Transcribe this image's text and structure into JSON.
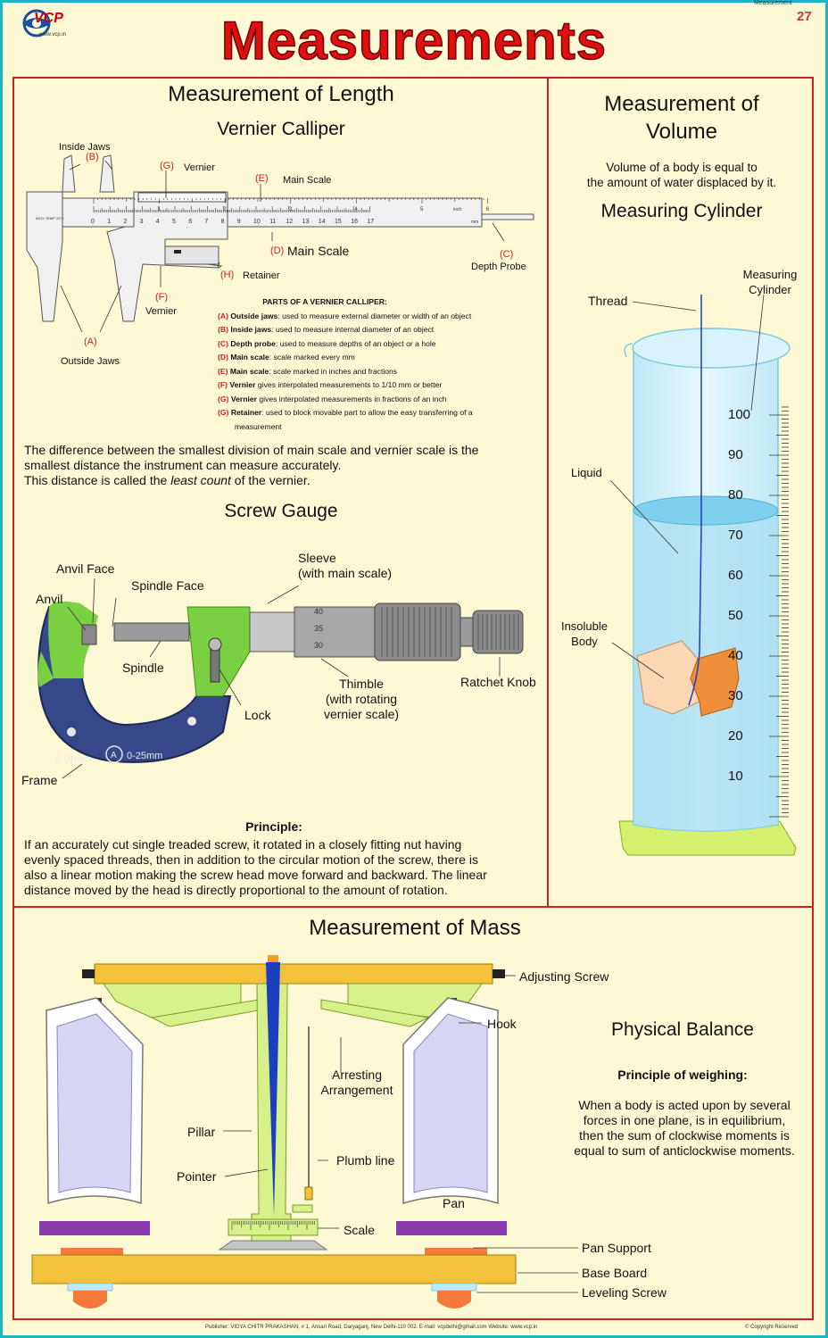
{
  "header": {
    "logo_text": "VCP",
    "logo_url": "www.vcp.in",
    "subject": "Measurement",
    "page_number": "27",
    "title": "Measurements"
  },
  "length": {
    "heading": "Measurement of Length",
    "vernier_heading": "Vernier Calliper",
    "labels": {
      "inside_jaws": "Inside Jaws",
      "b": "(B)",
      "g": "(G)",
      "vernier_top": "Vernier",
      "e": "(E)",
      "main_scale_top": "Main Scale",
      "d": "(D)",
      "main_scale_mid": "Main Scale",
      "c": "(C)",
      "depth_probe": "Depth Probe",
      "h": "(H)",
      "retainer": "Retainer",
      "f": "(F)",
      "vernier_low": "Vernier",
      "a": "(A)",
      "outside_jaws": "Outside Jaws",
      "inch_temp": "INOX TEMP 20°C",
      "inch": "inch",
      "scale_nums": [
        "0",
        "1",
        "2",
        "3",
        "4",
        "5",
        "6",
        "7",
        "8",
        "9",
        "10",
        "11",
        "12",
        "13",
        "14",
        "15",
        "16",
        "17"
      ],
      "inch_nums": [
        "1",
        "2",
        "3",
        "4",
        "5",
        "6"
      ],
      "mm": "mm"
    },
    "parts_heading": "PARTS OF A VERNIER CALLIPER:",
    "parts": [
      {
        "key": "(A)",
        "name": "Outside jaws",
        "desc": ": used to measure external diameter or width of an object"
      },
      {
        "key": "(B)",
        "name": "Inside jaws",
        "desc": ": used to measure internal diameter of an object"
      },
      {
        "key": "(C)",
        "name": "Depth probe",
        "desc": ": used to measure depths of an object or a hole"
      },
      {
        "key": "(D)",
        "name": "Main scale",
        "desc": ": scale marked every mm"
      },
      {
        "key": "(E)",
        "name": "Main scale",
        "desc": ": scale marked in inches and fractions"
      },
      {
        "key": "(F)",
        "name": "Vernier",
        "desc": " gives interpolated measurements to 1/10 mm or better"
      },
      {
        "key": "(G)",
        "name": "Vernier",
        "desc": " gives interpolated measurements in fractions of an inch"
      },
      {
        "key": "(G)",
        "name": "Retainer",
        "desc": ": used to block movable part to allow the easy transferring of a"
      },
      {
        "key": "",
        "name": "",
        "desc": "measurement"
      }
    ],
    "least_count_line1": "The difference between the smallest division of main scale and vernier scale is the",
    "least_count_line2": "smallest distance the instrument can measure accurately.",
    "least_count_line3_pre": "This distance is called the ",
    "least_count_line3_em": "least count",
    "least_count_line3_post": " of the vernier.",
    "screw_heading": "Screw Gauge",
    "screw_labels": {
      "anvil_face": "Anvil Face",
      "spindle_face": "Spindle Face",
      "anvil": "Anvil",
      "sleeve": "Sleeve",
      "sleeve2": "(with main scale)",
      "spindle": "Spindle",
      "lock": "Lock",
      "thimble": "Thimble",
      "thimble2": "(with rotating",
      "thimble3": "vernier scale)",
      "ratchet": "Ratchet Knob",
      "frame": "Frame",
      "frame_text1": "0.01mm",
      "frame_text2": "0-25mm",
      "frame_a": "A",
      "thimble_nums": [
        "40",
        "35",
        "30"
      ]
    },
    "principle_heading": "Principle:",
    "principle_lines": [
      "If an accurately cut single treaded screw, it rotated in a closely fitting nut having",
      "evenly spaced threads, then in addition to the circular motion of the screw, there is",
      "also a linear motion making the screw head move forward and backward. The linear",
      "distance moved by the head is directly proportional to the amount of rotation."
    ]
  },
  "volume": {
    "heading1": "Measurement of",
    "heading2": "Volume",
    "desc1": "Volume of a body is equal to",
    "desc2": "the amount of water displaced by it.",
    "cylinder_heading": "Measuring Cylinder",
    "labels": {
      "thread": "Thread",
      "measuring": "Measuring",
      "cylinder": "Cylinder",
      "liquid": "Liquid",
      "insoluble": "Insoluble",
      "body": "Body"
    },
    "scale": [
      "100",
      "90",
      "80",
      "70",
      "60",
      "50",
      "40",
      "30",
      "20",
      "10"
    ]
  },
  "mass": {
    "heading": "Measurement of Mass",
    "balance_heading": "Physical Balance",
    "principle_heading": "Principle of weighing:",
    "principle_lines": [
      "When a body is acted upon by several",
      "forces in one plane, is in equilibrium,",
      "then the sum of clockwise moments is",
      "equal to sum of anticlockwise moments."
    ],
    "labels": {
      "adjusting_screw": "Adjusting Screw",
      "hook": "Hook",
      "arresting1": "Arresting",
      "arresting2": "Arrangement",
      "pillar": "Pillar",
      "plumb": "Plumb line",
      "pointer": "Pointer",
      "pan": "Pan",
      "scale": "Scale",
      "pan_support": "Pan Support",
      "base_board": "Base Board",
      "leveling": "Leveling Screw"
    }
  },
  "footer": {
    "publisher": "Publisher: VIDYA CHITR PRAKASHAN, # 1, Ansari Road, Daryaganj, New Delhi-110 002. E-mail: vcpdelhi@gmail.com  Website: www.vcp.in",
    "copyright": "© Copyright Reserved"
  },
  "colors": {
    "border": "#d41e1e",
    "frame": "#1fb3bf",
    "title": "#e01010",
    "background": "#fdf9d4"
  }
}
